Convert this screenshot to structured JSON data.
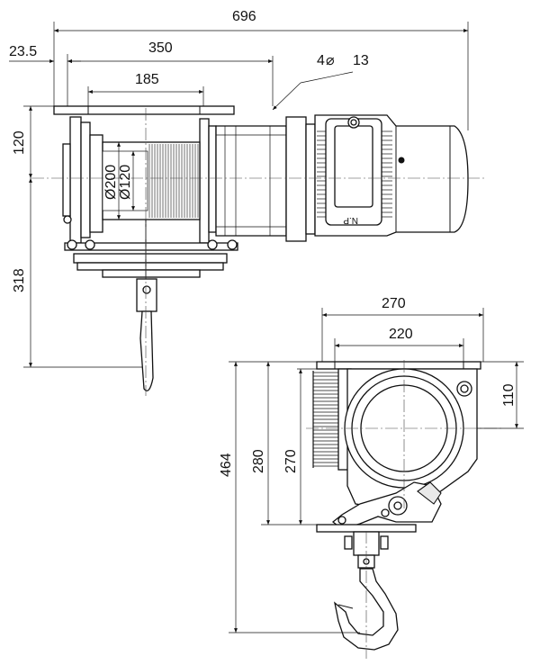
{
  "dimensions": {
    "overall_length": "696",
    "left_offset": "23.5",
    "mount_span": "350",
    "inner_span": "185",
    "hole_label": "4",
    "hole_diameter": "13",
    "center_height": "120",
    "drum_outer": "Ø200",
    "drum_inner": "Ø120",
    "hook_depth": "318",
    "side_width": "270",
    "side_hole_span": "220",
    "side_center": "110",
    "total_height": "464",
    "height_280": "280",
    "height_270": "270"
  },
  "labels": {
    "nameplate": "N.P"
  }
}
